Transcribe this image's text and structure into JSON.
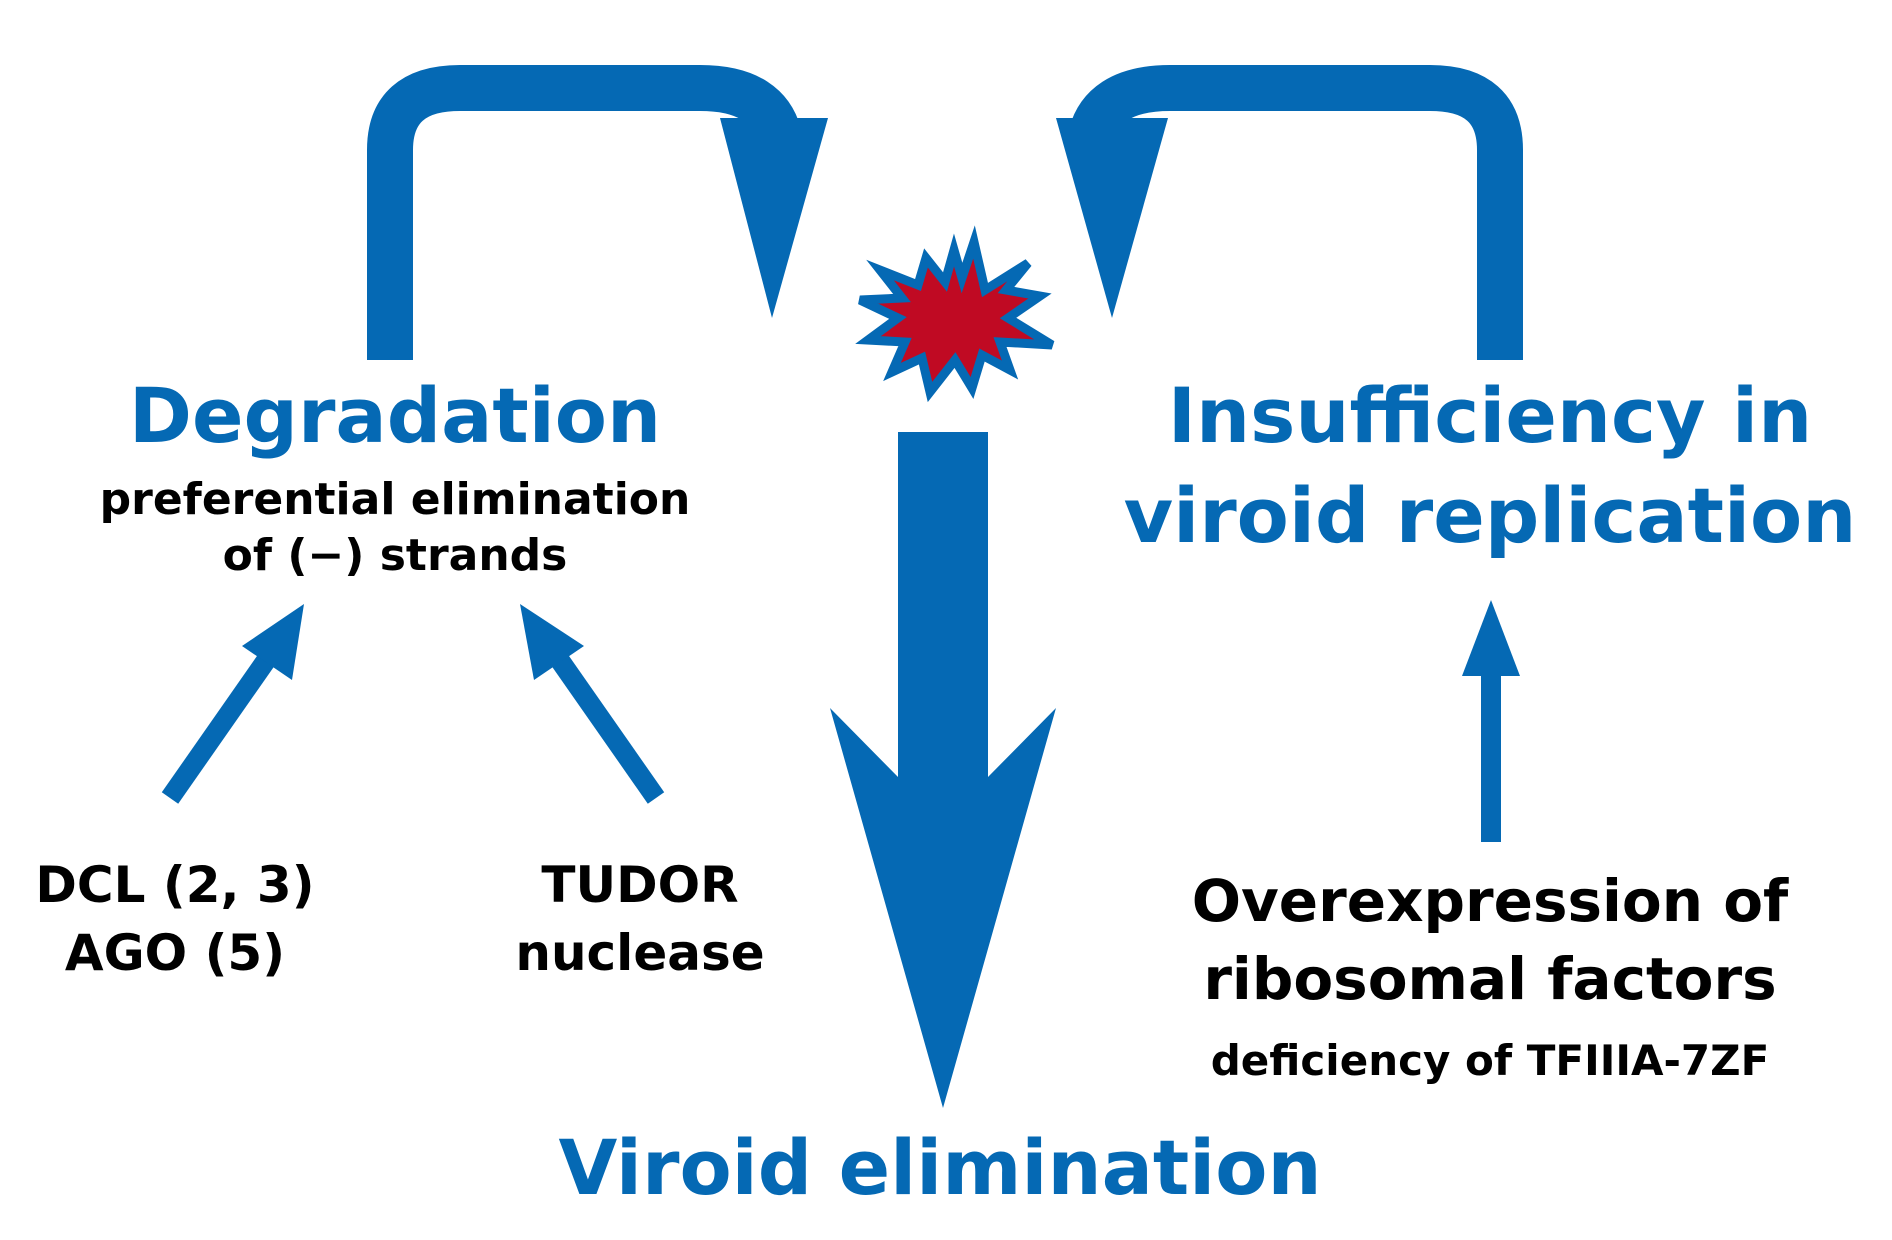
{
  "colors": {
    "arrow": "#0569b4",
    "burst_fill": "#c00a23",
    "title_text": "#0569b4",
    "body_text": "#000000"
  },
  "degradation": {
    "title": "Degradation",
    "subtitle_line1": "preferential elimination",
    "subtitle_line2": "of (−) strands"
  },
  "insufficiency": {
    "title_line1": "Insufficiency in",
    "title_line2": "viroid replication"
  },
  "factors": {
    "dcl_line1": "DCL (2, 3)",
    "dcl_line2": "AGO (5)",
    "tudor_line1": "TUDOR",
    "tudor_line2": "nuclease"
  },
  "overexpression": {
    "line1": "Overexpression of",
    "line2": "ribosomal factors",
    "sub": "deficiency of TFIIIA-7ZF"
  },
  "outcome": {
    "title": "Viroid elimination"
  },
  "icons": {
    "burst": "explosion-icon"
  }
}
